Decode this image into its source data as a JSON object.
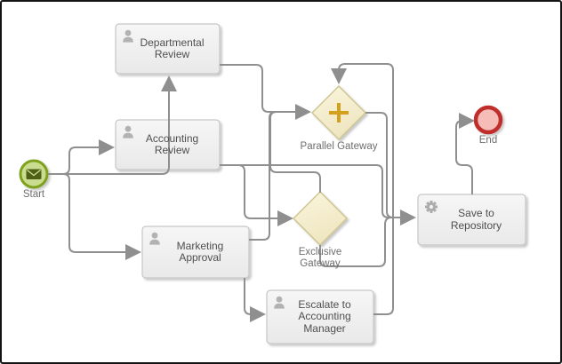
{
  "diagram": {
    "type": "bpmn-process",
    "colors": {
      "background": "#ffffff",
      "frame_border": "#141414",
      "connector": "#8f8f8f",
      "task_fill": "#f1f1f1",
      "task_border": "#c6c6c6",
      "task_text": "#4f4f4f",
      "gateway_fill": "#f6f0d0",
      "gateway_border": "#cdc48e",
      "parallel_marker": "#d4a11e",
      "start_fill": "#cadc90",
      "start_border": "#7fa21c",
      "start_icon": "#4e5f17",
      "end_fill": "#f5bcb8",
      "end_border": "#bf2d2b",
      "icon_gray": "#b2b2b2",
      "label_text": "#6e6e6e"
    },
    "nodes": {
      "start": {
        "type": "start-event",
        "label": "Start"
      },
      "departmental_review": {
        "type": "user-task",
        "lines": [
          "Departmental",
          "Review"
        ]
      },
      "accounting_review": {
        "type": "user-task",
        "lines": [
          "Accounting",
          "Review"
        ]
      },
      "marketing_approval": {
        "type": "user-task",
        "lines": [
          "Marketing",
          "Approval"
        ]
      },
      "escalate_manager": {
        "type": "user-task",
        "lines": [
          "Escalate to",
          "Accounting",
          "Manager"
        ]
      },
      "save_repository": {
        "type": "service-task",
        "lines": [
          "Save to",
          "Repository"
        ]
      },
      "parallel_gateway": {
        "type": "parallel-gateway",
        "label": "Parallel Gateway"
      },
      "exclusive_gateway": {
        "type": "exclusive-gateway",
        "lines": [
          "Exclusive",
          "Gateway"
        ]
      },
      "end": {
        "type": "end-event",
        "label": "End"
      }
    },
    "edges": [
      {
        "from": "start",
        "to": "accounting_review"
      },
      {
        "from": "start",
        "to": "marketing_approval"
      },
      {
        "from": "start",
        "to": "departmental_review"
      },
      {
        "from": "accounting_review",
        "to": "exclusive_gateway"
      },
      {
        "from": "accounting_review",
        "to": "save_repository"
      },
      {
        "from": "departmental_review",
        "to": "parallel_gateway"
      },
      {
        "from": "marketing_approval",
        "to": "parallel_gateway"
      },
      {
        "from": "marketing_approval",
        "to": "escalate_manager"
      },
      {
        "from": "exclusive_gateway",
        "to": "parallel_gateway"
      },
      {
        "from": "exclusive_gateway",
        "to": "save_repository"
      },
      {
        "from": "parallel_gateway",
        "to": "save_repository"
      },
      {
        "from": "escalate_manager",
        "to": "parallel_gateway"
      },
      {
        "from": "save_repository",
        "to": "end"
      }
    ]
  }
}
